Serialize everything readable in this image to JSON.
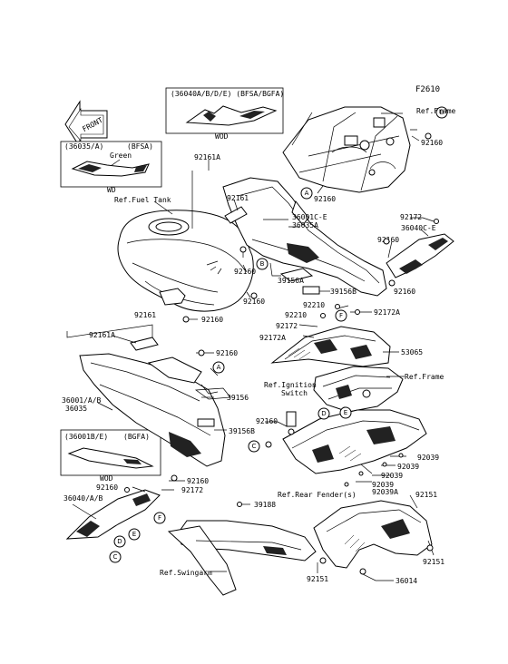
{
  "figure_code": "F2610",
  "front_badge": "FRONT",
  "insets": {
    "top": {
      "header": "(36040A/B/D/E) (BFSA/BGFA)",
      "caption": "WOD"
    },
    "left_top": {
      "header_code": "(36035/A)",
      "header_variant": "(BFSA)",
      "color": "Green",
      "caption": "WD"
    },
    "left_bottom": {
      "header_code": "(36001B/E)",
      "header_variant": "(BGFA)",
      "caption": "WOD"
    }
  },
  "refs": {
    "frame_top": "Ref.Frame",
    "fuel_tank": "Ref.Fuel Tank",
    "frame_mid": "Ref.Frame",
    "ignition_1": "Ref.Ignition",
    "ignition_2": "Switch",
    "rear_fender": "Ref.Rear Fender(s)",
    "swingarm": "Ref.Swingarm"
  },
  "parts": {
    "p92161A_top": "92161A",
    "p92161_top": "92161",
    "p36001C": "36001C-E",
    "p36035A": "36035A",
    "p92172_r": "92172",
    "p36040C": "36040C-E",
    "p92160_r1": "92160",
    "p92160_tr": "92160",
    "p92160_mid": "92160",
    "p92160_c": "92160",
    "p92160_tank": "92160",
    "p92160_tank2": "92160",
    "p39156A": "39156A",
    "p39156B_top": "39156B",
    "p92160_r2": "92160",
    "p92210_a": "92210",
    "p92210_b": "92210",
    "p92172_c": "92172",
    "p92172A_c": "92172A",
    "p92172A_r": "92172A",
    "p53065": "53065",
    "p92161_left": "92161",
    "p92161A_left": "92161A",
    "p92160_left": "92160",
    "p39156_left": "39156",
    "p36001": "36001/A/B",
    "p36035": "36035",
    "p39156B_left": "39156B",
    "p92160_ign": "92160",
    "p92160_lb": "92160",
    "p92160_lb2": "92160",
    "p92172_lb": "92172",
    "p36040": "36040/A/B",
    "p92039_a": "92039",
    "p92039_b": "92039",
    "p92039_c": "92039",
    "p92039_d": "92039",
    "p92039A": "92039A",
    "p92151_a": "92151",
    "p39188": "39188",
    "p92151_b": "92151",
    "p92151_c": "92151",
    "p36014": "36014"
  },
  "callouts": {
    "A": "A",
    "B": "B",
    "C": "C",
    "D": "D",
    "E": "E",
    "F": "F"
  }
}
